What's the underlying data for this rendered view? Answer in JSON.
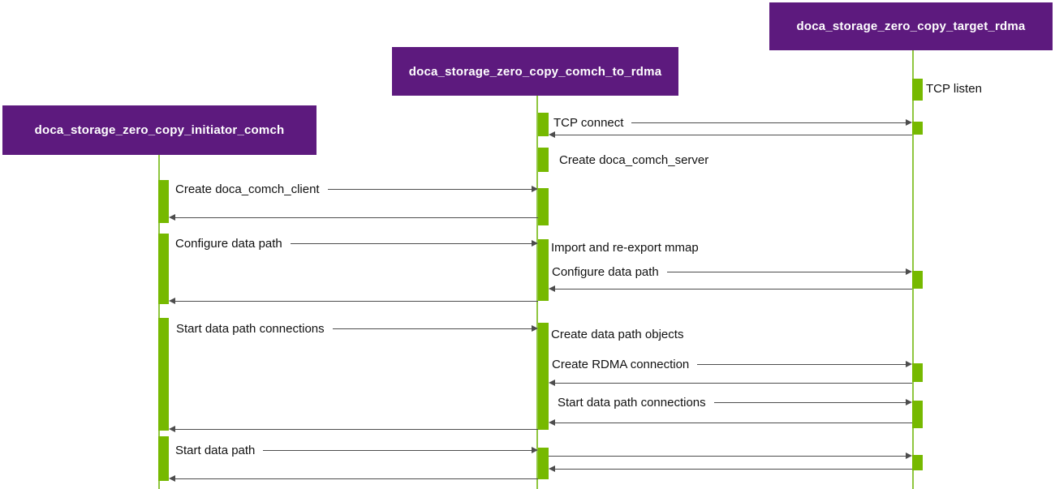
{
  "diagram": {
    "type": "sequence",
    "participants": [
      {
        "id": "initiator",
        "label": "doca_storage_zero_copy_initiator_comch"
      },
      {
        "id": "comch_to_rdma",
        "label": "doca_storage_zero_copy_comch_to_rdma"
      },
      {
        "id": "target_rdma",
        "label": "doca_storage_zero_copy_target_rdma"
      }
    ],
    "messages": [
      {
        "label": "TCP listen",
        "from": "doca_storage_zero_copy_target_rdma",
        "to": "doca_storage_zero_copy_target_rdma",
        "kind": "self"
      },
      {
        "label": "TCP connect",
        "from": "doca_storage_zero_copy_comch_to_rdma",
        "to": "doca_storage_zero_copy_target_rdma",
        "kind": "call_with_return"
      },
      {
        "label": "Create doca_comch_server",
        "from": "doca_storage_zero_copy_comch_to_rdma",
        "to": "doca_storage_zero_copy_comch_to_rdma",
        "kind": "self"
      },
      {
        "label": "Create doca_comch_client",
        "from": "doca_storage_zero_copy_initiator_comch",
        "to": "doca_storage_zero_copy_comch_to_rdma",
        "kind": "call_with_return"
      },
      {
        "label": "Configure data path",
        "from": "doca_storage_zero_copy_initiator_comch",
        "to": "doca_storage_zero_copy_comch_to_rdma",
        "kind": "call_with_return"
      },
      {
        "label": "Import and re-export mmap",
        "from": "doca_storage_zero_copy_comch_to_rdma",
        "to": "doca_storage_zero_copy_comch_to_rdma",
        "kind": "self"
      },
      {
        "label": "Configure data path",
        "from": "doca_storage_zero_copy_comch_to_rdma",
        "to": "doca_storage_zero_copy_target_rdma",
        "kind": "call_with_return"
      },
      {
        "label": "Start data path connections",
        "from": "doca_storage_zero_copy_initiator_comch",
        "to": "doca_storage_zero_copy_comch_to_rdma",
        "kind": "call_with_return"
      },
      {
        "label": "Create data path objects",
        "from": "doca_storage_zero_copy_comch_to_rdma",
        "to": "doca_storage_zero_copy_comch_to_rdma",
        "kind": "self"
      },
      {
        "label": "Create RDMA connection",
        "from": "doca_storage_zero_copy_comch_to_rdma",
        "to": "doca_storage_zero_copy_target_rdma",
        "kind": "call_with_return"
      },
      {
        "label": "Start data path connections",
        "from": "doca_storage_zero_copy_comch_to_rdma",
        "to": "doca_storage_zero_copy_target_rdma",
        "kind": "call_with_return"
      },
      {
        "label": "Start data path",
        "from": "doca_storage_zero_copy_initiator_comch",
        "to": "doca_storage_zero_copy_comch_to_rdma",
        "kind": "call_with_return"
      }
    ],
    "colors": {
      "participant_bg": "#5d1a7e",
      "participant_text": "#ffffff",
      "lifeline": "#8fc63f",
      "activation_bar": "#76b900",
      "arrow": "#4d4d4d",
      "message_text": "#111111",
      "background": "#ffffff"
    }
  }
}
